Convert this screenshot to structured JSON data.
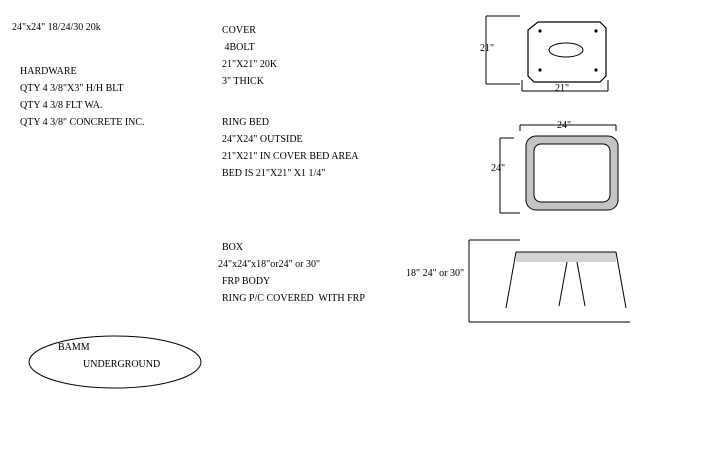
{
  "title": "24\"x24\" 18/24/30 20k",
  "hardware": {
    "heading": "HARDWARE",
    "lines": [
      "QTY 4 3/8\"X3\" H/H BLT",
      "QTY 4 3/8 FLT WA.",
      "QTY 4 3/8\" CONCRETE INC."
    ]
  },
  "cover": {
    "lines": [
      "COVER",
      " 4BOLT",
      "21\"X21\" 20K",
      "3\" THICK"
    ],
    "dim_left": "21\"",
    "dim_bottom": "21\""
  },
  "ring_bed": {
    "lines": [
      "RING BED",
      "24\"X24\" OUTSIDE",
      "21\"X21\" IN COVER BED AREA",
      "BED IS 21\"X21\" X1 1/4\""
    ],
    "dim_top": "24\"",
    "dim_left": "24\""
  },
  "box": {
    "lines": [
      "BOX",
      "24\"x24\"x18\"or24\" or 30\"",
      "FRP BODY",
      "RING P/C COVERED  WITH FRP"
    ],
    "dim_height": "18\" 24\" or 30\""
  },
  "logo": {
    "line1": "BAMM",
    "line2": "UNDERGROUND"
  }
}
